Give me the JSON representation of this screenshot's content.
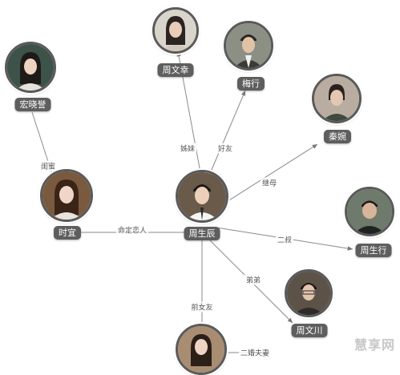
{
  "nodes": [
    {
      "id": "zhoushengchen",
      "name": "周生辰"
    },
    {
      "id": "zhouwenxin",
      "name": "周文幸"
    },
    {
      "id": "meixing",
      "name": "梅行"
    },
    {
      "id": "hongxiaoyu",
      "name": "宏晓誉"
    },
    {
      "id": "shiyi",
      "name": "时宜"
    },
    {
      "id": "qinwan",
      "name": "秦婉"
    },
    {
      "id": "zhoushengxing",
      "name": "周生行"
    },
    {
      "id": "zhouwenchuan",
      "name": "周文川"
    }
  ],
  "edges": [
    {
      "from": "zhoushengchen",
      "to": "zhouwenxin",
      "label": "姊妹"
    },
    {
      "from": "zhoushengchen",
      "to": "meixing",
      "label": "好友"
    },
    {
      "from": "zhoushengchen",
      "to": "qinwan",
      "label": "继母"
    },
    {
      "from": "zhoushengchen",
      "to": "zhoushengxing",
      "label": "二叔"
    },
    {
      "from": "zhoushengchen",
      "to": "zhouwenchuan",
      "label": "弟弟"
    },
    {
      "from": "zhoushengchen",
      "to": "shiyi",
      "label": "命定恋人"
    },
    {
      "from": "hongxiaoyu",
      "to": "shiyi",
      "label": "闺蜜"
    },
    {
      "from": "zhoushengchen",
      "to": "bottom",
      "label": "前女友"
    }
  ],
  "partial_label": "二婚夫妻",
  "watermark": "慧享网"
}
